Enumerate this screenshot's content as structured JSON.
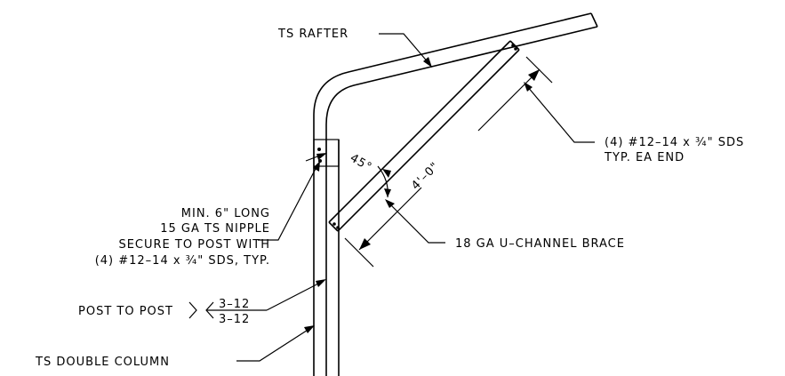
{
  "labels": {
    "ts_rafter": "TS RAFTER",
    "sds_end_line1": "(4) #12–14 x ¾\" SDS",
    "sds_end_line2": "TYP. EA END",
    "angle": "45°",
    "brace_length": "4'–0\"",
    "nipple_line1": "MIN. 6\" LONG",
    "nipple_line2": "15 GA TS NIPPLE",
    "nipple_line3": "SECURE TO POST WITH",
    "nipple_line4": "(4) #12–14 x ¾\" SDS, TYP.",
    "brace": "18 GA U–CHANNEL BRACE",
    "post_to_post": "POST TO POST",
    "weld_top": "3–12",
    "weld_bottom": "3–12",
    "ts_double_column": "TS DOUBLE COLUMN"
  }
}
